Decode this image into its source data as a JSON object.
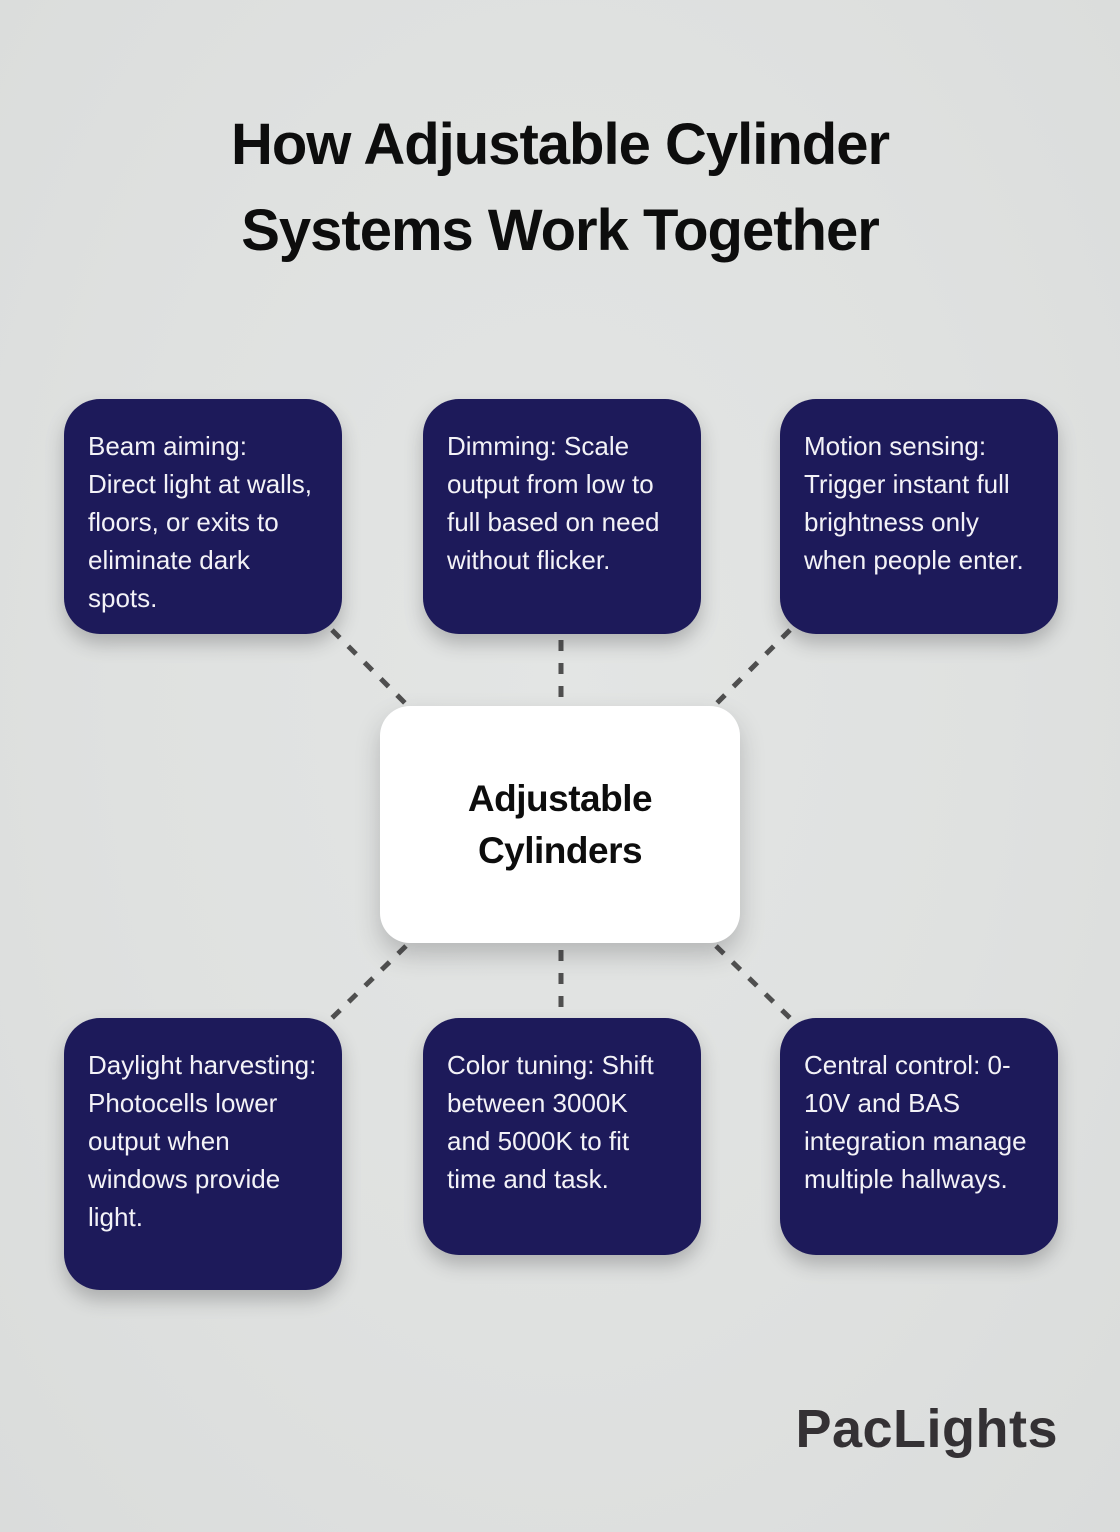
{
  "title": {
    "text": "How Adjustable Cylinder Systems Work Together"
  },
  "center": {
    "label": "Adjustable Cylinders"
  },
  "nodes": [
    {
      "id": "beam-aiming",
      "text": "Beam aiming: Direct light at walls, floors, or exits to eliminate dark spots."
    },
    {
      "id": "dimming",
      "text": "Dimming: Scale output from low to full based on need without flicker."
    },
    {
      "id": "motion-sensing",
      "text": "Motion sensing: Trigger instant full brightness only when people enter."
    },
    {
      "id": "daylight-harvesting",
      "text": "Daylight harvesting: Photocells lower output when windows provide light."
    },
    {
      "id": "color-tuning",
      "text": "Color tuning: Shift between 3000K and 5000K to fit time and task."
    },
    {
      "id": "central-control",
      "text": "Central control: 0-10V and BAS integration manage multiple hallways."
    }
  ],
  "footer": {
    "brand": "PacLights"
  },
  "colors": {
    "background": "#dfe1e0",
    "node_fill": "#1d1a5a",
    "node_text": "#f3f2f7",
    "center_fill": "#ffffff",
    "center_text": "#0d0d0d",
    "connector": "#4f4f4f",
    "title_text": "#0d0d0d",
    "brand_text": "#343134"
  }
}
